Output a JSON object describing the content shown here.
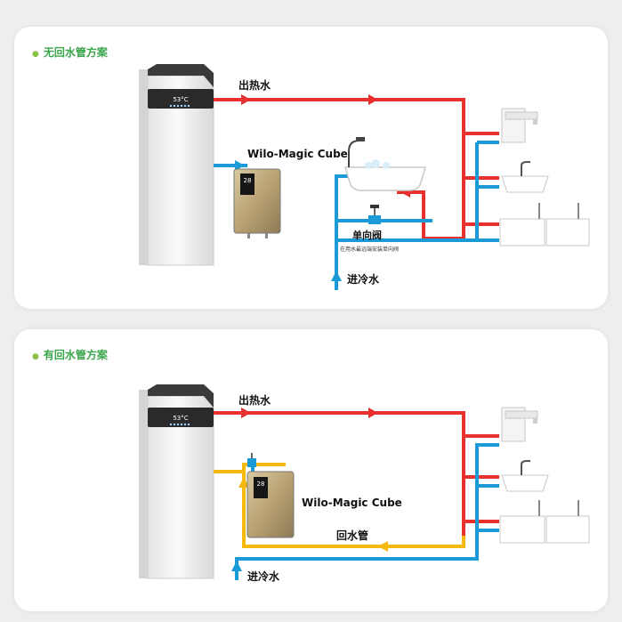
{
  "colors": {
    "hot_pipe": "#e8302e",
    "cold_pipe": "#1a9bd8",
    "return_pipe": "#f5b90f",
    "title_green": "#3aa54a"
  },
  "top": {
    "title": "无回水管方案",
    "heater_display": "53°C",
    "hot_water_label": "出热水",
    "device_label": "Wilo-Magic Cube",
    "device_display": "28",
    "check_valve_label": "单向阀",
    "check_valve_note": "在用水最远端安装单向阀",
    "cold_water_label": "进冷水"
  },
  "bottom": {
    "title": "有回水管方案",
    "heater_display": "53°C",
    "hot_water_label": "出热水",
    "device_label": "Wilo-Magic Cube",
    "device_display": "28",
    "return_water_label": "回水管",
    "cold_water_label": "进冷水"
  }
}
